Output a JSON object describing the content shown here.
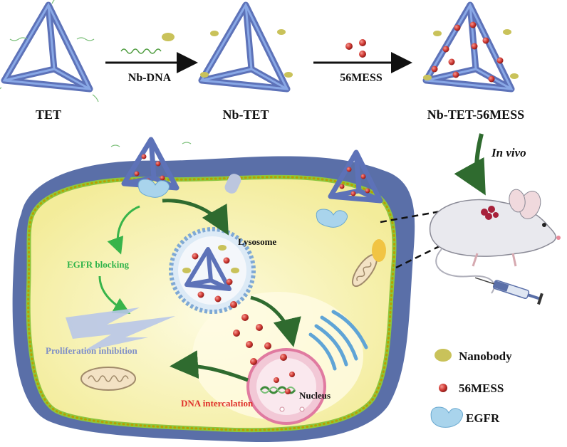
{
  "top_row": {
    "tet_label": "TET",
    "nb_tet_label": "Nb-TET",
    "nb_tet_56mess_label": "Nb-TET-56MESS",
    "step1_reagent": "Nb-DNA",
    "step2_reagent": "56MESS"
  },
  "in_vivo_label": "In vivo",
  "cell": {
    "lysosome_label": "Lysosome",
    "egfr_blocking_label": "EGFR blocking",
    "proliferation_label": "Proliferation inhibition",
    "dna_intercalation_label": "DNA intercalation",
    "nucleus_label": "Nucleus"
  },
  "legend": {
    "items": [
      {
        "label": "Nanobody",
        "icon": "nanobody-icon"
      },
      {
        "label": "56MESS",
        "icon": "56mess-dot-icon"
      },
      {
        "label": "EGFR",
        "icon": "egfr-receptor-icon"
      }
    ]
  },
  "colors": {
    "tetrahedron": "#6a80c8",
    "mess": "#d23b35",
    "nanobody": "#c9c25a",
    "membrane_green": "#8dc63f",
    "outer_blue": "#5a6fa8",
    "cytoplasm": "#f8f4b6",
    "arrow_green": "#2f6b2f",
    "egfr_blue": "#a9d4ec",
    "text_green": "#2fb34a",
    "text_blue": "#7f8fc6",
    "text_red": "#e0312b"
  }
}
